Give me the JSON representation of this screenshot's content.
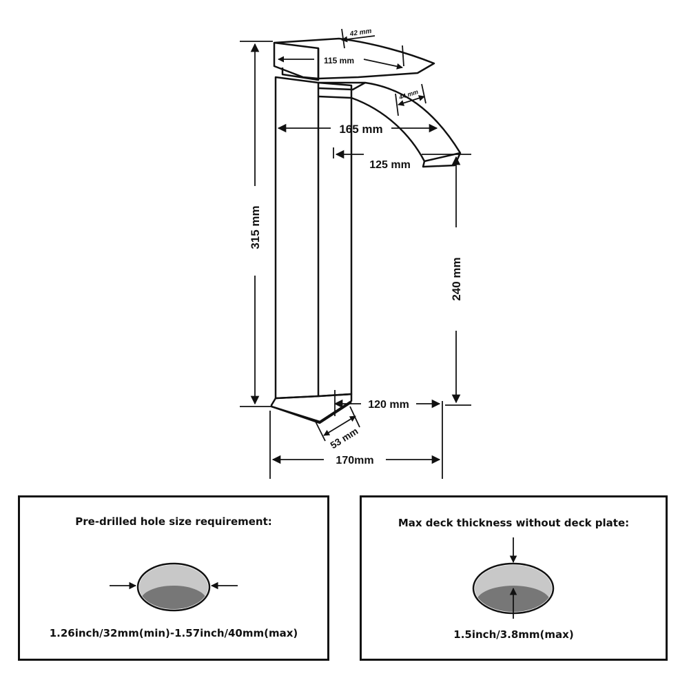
{
  "dimensions": {
    "total_height": "315 mm",
    "spout_height": "240 mm",
    "handle_length": "115 mm",
    "handle_width": "42 mm",
    "spout_outlet_width": "44 mm",
    "spout_reach": "165 mm",
    "spout_projection": "125 mm",
    "base_depth": "120 mm",
    "base_width": "53 mm",
    "overall_width": "170mm"
  },
  "hole_panel": {
    "title": "Pre-drilled hole size requirement:",
    "caption": "1.26inch/32mm(min)-1.57inch/40mm(max)"
  },
  "deck_panel": {
    "title": "Max deck thickness without deck plate:",
    "caption": "1.5inch/3.8mm(max)"
  }
}
